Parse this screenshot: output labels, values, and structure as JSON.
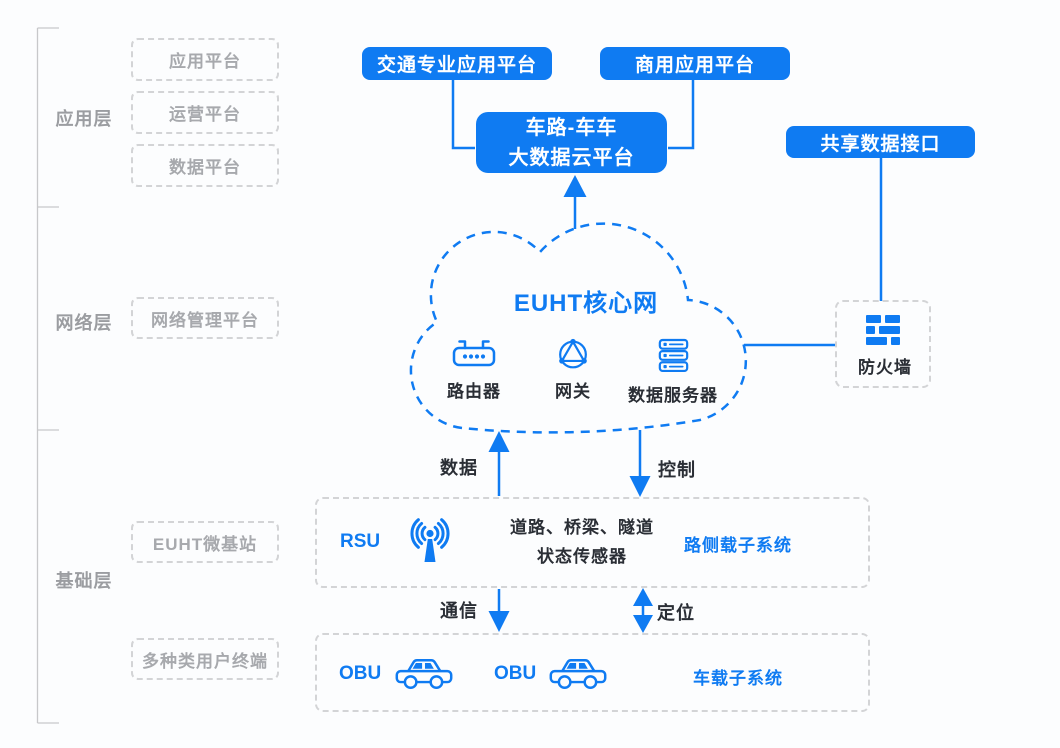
{
  "accent_color": "#0f7bf2",
  "layers": {
    "application": {
      "label": "应用层",
      "items": [
        "应用平台",
        "运营平台",
        "数据平台"
      ]
    },
    "network": {
      "label": "网络层",
      "items": [
        "网络管理平台"
      ]
    },
    "foundation": {
      "label": "基础层",
      "items": [
        "EUHT微基站",
        "多种类用户终端"
      ]
    }
  },
  "top": {
    "traffic_platform": "交通专业应用平台",
    "commercial_platform": "商用应用平台",
    "cloud_platform_line1": "车路-车车",
    "cloud_platform_line2": "大数据云平台",
    "shared_data_interface": "共享数据接口"
  },
  "core_network": {
    "title": "EUHT核心网",
    "nodes": [
      {
        "icon": "router-icon",
        "label": "路由器"
      },
      {
        "icon": "gateway-icon",
        "label": "网关"
      },
      {
        "icon": "server-icon",
        "label": "数据服务器"
      }
    ]
  },
  "firewall": {
    "label": "防火墙",
    "icon": "firewall-icon"
  },
  "flows": {
    "data": "数据",
    "control": "控制",
    "communication": "通信",
    "positioning": "定位"
  },
  "roadside": {
    "rsu": "RSU",
    "icon": "antenna-icon",
    "sensors_line1": "道路、桥梁、隧道",
    "sensors_line2": "状态传感器",
    "system": "路侧载子系统"
  },
  "vehicle": {
    "obu1": "OBU",
    "obu2": "OBU",
    "icon": "car-icon",
    "system": "车载子系统"
  }
}
